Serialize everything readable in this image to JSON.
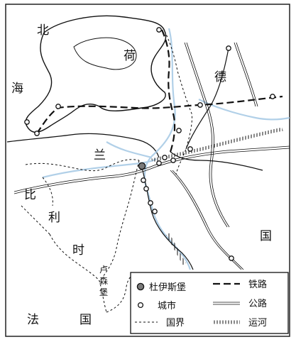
{
  "region_labels": {
    "north_sea": [
      "北",
      "海"
    ],
    "netherlands": [
      "荷",
      "兰"
    ],
    "germany": [
      "德",
      "国"
    ],
    "belgium": [
      "比",
      "利",
      "时"
    ],
    "france": [
      "法",
      "国"
    ],
    "luxembourg": [
      "卢",
      "森",
      "堡"
    ]
  },
  "legend": {
    "key_city": "杜伊斯堡",
    "city": "城市",
    "border": "国界",
    "railway": "铁路",
    "highway": "公路",
    "canal": "运河"
  },
  "colors": {
    "ink": "#111111",
    "water_blue": "#a9cbe6",
    "key_city_fill": "#7a7a7a"
  }
}
